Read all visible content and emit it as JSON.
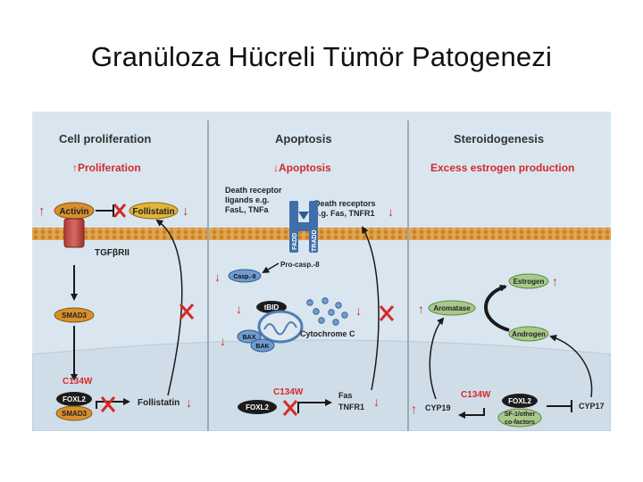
{
  "slide": {
    "title": "Granüloza Hücreli Tümör Patogenezi"
  },
  "colors": {
    "background": "#d9e6ef",
    "accent_red": "#d42a2a",
    "membrane": "#e0a24b",
    "gene_dark": "#1c1c1c",
    "smad_orange": "#d8902c",
    "receptor_red": "#c0504d",
    "blue_protein": "#5a8fc0",
    "green_pill": "#a7c98b"
  },
  "panels": {
    "proliferation": {
      "header": "Cell proliferation",
      "effect": "↑Proliferation",
      "activin": "Activin",
      "follistatin": "Follistatin",
      "receptor": "TGFβRII",
      "smad3": "SMAD3",
      "foxl2": "FOXL2",
      "smad3_nucleus": "SMAD3",
      "mutation": "C134W",
      "target": "Follistatin"
    },
    "apoptosis": {
      "header": "Apoptosis",
      "effect": "↓Apoptosis",
      "ligands_line1": "Death receptor",
      "ligands_line2": "ligands  e.g.",
      "ligands_line3": "FasL, TNFa",
      "receptors_line1": "Death receptors",
      "receptors_line2": "e.g. Fas, TNFR1",
      "fadd": "FADD",
      "tradd": "TRADD",
      "procasp": "Pro-casp.-8",
      "casp8": "Casp.-8",
      "tbid": "tBID",
      "bax": "BAX",
      "bak": "BAK",
      "cytochrome": "Cytochrome C",
      "mutation": "C134W",
      "foxl2": "FOXL2",
      "target1": "Fas",
      "target2": "TNFR1"
    },
    "steroidogenesis": {
      "header": "Steroidogenesis",
      "effect": "Excess estrogen production",
      "estrogen": "Estrogen",
      "aromatase": "Aromatase",
      "androgen": "Androgen",
      "mutation": "C134W",
      "foxl2": "FOXL2",
      "cofactor_line1": "SF-1/other",
      "cofactor_line2": "co-factors",
      "cyp19": "CYP19",
      "cyp17": "CYP17"
    }
  }
}
